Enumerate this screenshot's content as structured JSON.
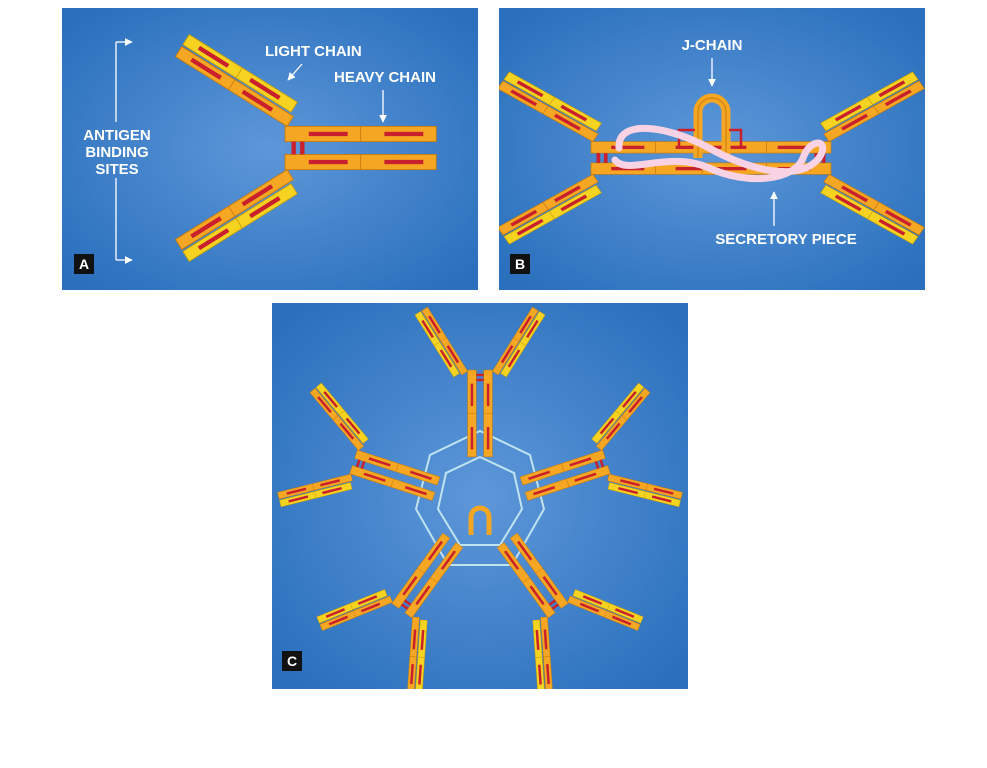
{
  "panels": {
    "a": {
      "badge": "A",
      "labels": {
        "light_chain": "LIGHT CHAIN",
        "heavy_chain": "HEAVY CHAIN",
        "antigen": "ANTIGEN",
        "binding": "BINDING",
        "sites": "SITES"
      }
    },
    "b": {
      "badge": "B",
      "labels": {
        "j_chain": "J-CHAIN",
        "secretory_piece": "SECRETORY PIECE"
      }
    },
    "c": {
      "badge": "C"
    }
  },
  "colors": {
    "background_center": "#5b93d6",
    "background_edge": "#2a70bd",
    "heavy_chain": "#f5a623",
    "light_chain": "#f6d321",
    "domain_stripe": "#c8202c",
    "disulfide_bond": "#c8202c",
    "secretory_piece": "#f9d3e4",
    "pentamer_ring": "#bfe3ef",
    "label_text": "#ffffff",
    "badge_background": "#111111"
  }
}
